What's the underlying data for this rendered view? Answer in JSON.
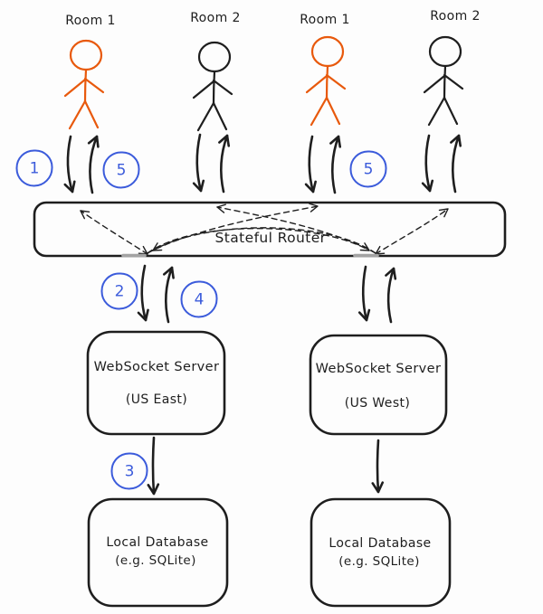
{
  "colors": {
    "ink": "#1e1e1e",
    "accent_orange": "#e8590c",
    "accent_blue": "#3b5bdb",
    "junction_gray": "#a3a3a3",
    "background": "#fdfdfd"
  },
  "clients": [
    {
      "label": "Room 1",
      "icon": "person-stick-figure",
      "color": "#e8590c"
    },
    {
      "label": "Room 2",
      "icon": "person-stick-figure",
      "color": "#1e1e1e"
    },
    {
      "label": "Room 1",
      "icon": "person-stick-figure",
      "color": "#e8590c"
    },
    {
      "label": "Room 2",
      "icon": "person-stick-figure",
      "color": "#1e1e1e"
    }
  ],
  "router": {
    "label": "Stateful Router"
  },
  "servers": [
    {
      "line1": "WebSocket Server",
      "line2": "(US East)"
    },
    {
      "line1": "WebSocket Server",
      "line2": "(US West)"
    }
  ],
  "databases": [
    {
      "line1": "Local Database",
      "line2": "(e.g. SQLite)"
    },
    {
      "line1": "Local Database",
      "line2": "(e.g. SQLite)"
    }
  ],
  "step_badges": [
    {
      "number": "1"
    },
    {
      "number": "5"
    },
    {
      "number": "2"
    },
    {
      "number": "4"
    },
    {
      "number": "3"
    },
    {
      "number": "5"
    }
  ]
}
